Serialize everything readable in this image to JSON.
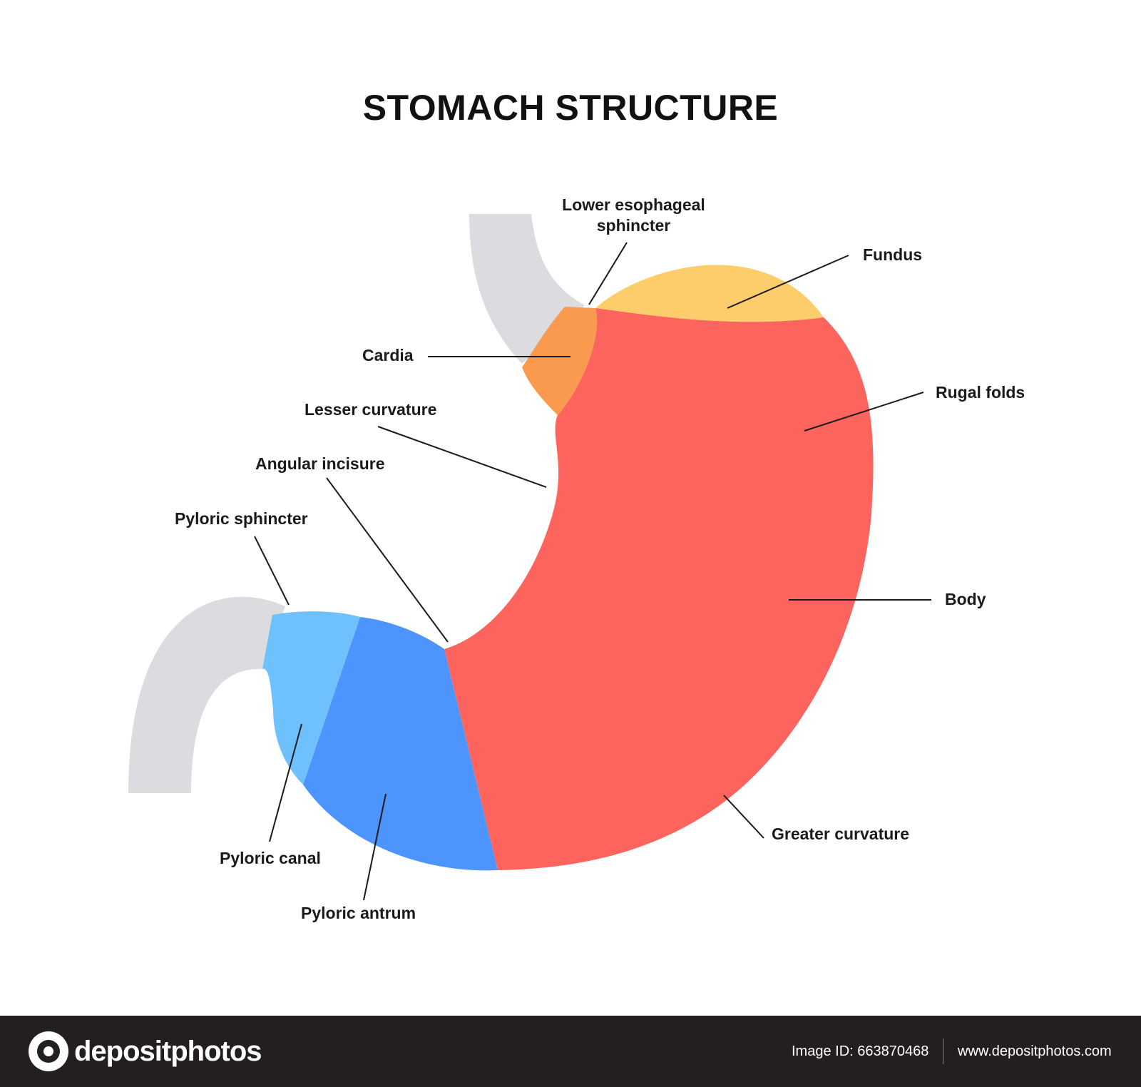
{
  "title": "STOMACH STRUCTURE",
  "labels": {
    "lower_esophageal_sphincter": [
      "Lower esophageal",
      "sphincter"
    ],
    "fundus": "Fundus",
    "cardia": "Cardia",
    "rugal_folds": "Rugal folds",
    "lesser_curvature": "Lesser curvature",
    "angular_incisure": "Angular incisure",
    "pyloric_sphincter": "Pyloric sphincter",
    "body": "Body",
    "greater_curvature": "Greater curvature",
    "pyloric_canal": "Pyloric canal",
    "pyloric_antrum": "Pyloric antrum"
  },
  "colors": {
    "esophagus_duodenum": "#dcdce0",
    "fundus": "#fccd6a",
    "cardia": "#f99a4e",
    "body": "#fd645d",
    "pyloric_antrum": "#4e94fd",
    "pyloric_canal": "#6ec1fd",
    "leader_line": "#1a1a1a"
  },
  "watermark": {
    "brand": "depositphotos",
    "image_id": "Image ID: 663870468",
    "url": "www.depositphotos.com"
  }
}
